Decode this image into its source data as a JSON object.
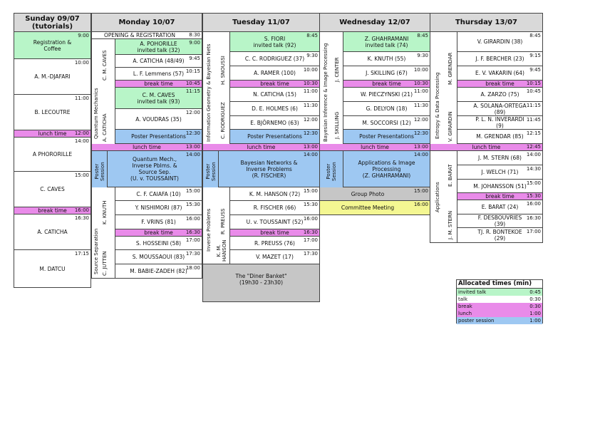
{
  "days": {
    "sun": {
      "title": "Sunday 09/07",
      "subtitle": "(tutorials)"
    },
    "mon": {
      "title": "Monday 10/07"
    },
    "tue": {
      "title": "Tuesday 11/07"
    },
    "wed": {
      "title": "Wednesday 12/07"
    },
    "thu": {
      "title": "Thursday 13/07"
    }
  },
  "sun": {
    "reg": "Registration &\nCoffee",
    "reg_t": "9:00",
    "a1": "A. M.-DJAFARI",
    "a1_t": "10:00",
    "a2": "B. LECOUTRE",
    "a2_t": "11:00",
    "lunch": "lunch time",
    "lunch_t": "12:00",
    "a3": "A PHORORILLE",
    "a3_t": "14:00",
    "a4": "C. CAVES",
    "a4_t": "15:00",
    "brk": "break time",
    "brk_t": "16:00",
    "a5": "A. CATICHA",
    "a5_t": "16:30",
    "a6": "M. DATCU",
    "a6_t": "17:15"
  },
  "mon": {
    "open": "OPENING & REGISTRATION",
    "open_t": "8:30",
    "s1_label": "Quantum Mechanics",
    "s1_chair1": "C. M. CAVES",
    "s1_chair2": "A. CATICHA",
    "r1": "A. POHORILLE\ninvited talk (32)",
    "r1_t": "9:00",
    "r2": "A. CATICHA (48/49)",
    "r2_t": "9:45",
    "r3": "L. F. Lemmens (57)",
    "r3_t": "10:15",
    "r4": "break time",
    "r4_t": "10:45",
    "r5": "C. M. CAVES\ninvited talk (93)",
    "r5_t": "11:15",
    "r6": "A. VOUDRAS (35)",
    "r6_t": "12:00",
    "r7": "Poster Presentations",
    "r7_t": "12:30",
    "lunch": "lunch time",
    "lunch_t": "13:00",
    "ps_label": "Poster\nSession",
    "ps": "Quantum Mech.,\nInverse Pblms. &\nSource Sep.\n(U. v. TOUSSAINT)",
    "ps_t": "14:00",
    "s2_label": "Source Separation",
    "s2_chair1": "K. KNUTH",
    "s2_chair2": "C. JUTTEN",
    "q1": "C. F. CAIAFA (10)",
    "q1_t": "15:00",
    "q2": "Y. NISHIMORI (87)",
    "q2_t": "15:30",
    "q3": "F. VRINS (81)",
    "q3_t": "16:00",
    "q4": "break time",
    "q4_t": "16:30",
    "q5": "S. HOSSEINI (58)",
    "q5_t": "17:00",
    "q6": "S. MOUSSAOUI (83)",
    "q6_t": "17:30",
    "q7": "M. BABIE-ZADEH (82)",
    "q7_t": "18:00"
  },
  "tue": {
    "s1_label": "Information Geometry & Bayesian Nets",
    "s1_chair1": "H. SNOUSSI",
    "s1_chair2": "C. RODRIGUEZ",
    "r1": "S. FIORI\ninvited talk (92)",
    "r1_t": "8:45",
    "r2": "C. C. RODRIGUEZ (37)",
    "r2_t": "9:30",
    "r3": "A. RAMER (100)",
    "r3_t": "10:00",
    "r4": "break time",
    "r4_t": "10:30",
    "r5": "N. CATICHA (15)",
    "r5_t": "11:00",
    "r6": "D. E. HOLMES (6)",
    "r6_t": "11:30",
    "r7": "E. BJÖRNEMO (63)",
    "r7_t": "12:00",
    "r8": "Poster Presentations",
    "r8_t": "12:30",
    "lunch": "lunch time",
    "lunch_t": "13:00",
    "ps_label": "Poster\nSession",
    "ps": "Bayesian Networks &\nInverse Problems\n(R. FISCHER)",
    "ps_t": "14:00",
    "s2_label": "Inverse Problems",
    "s2_chair1": "R. PREUSS",
    "s2_chair2": "K. M.\nHANSON",
    "q1": "K. M. HANSON (72)",
    "q1_t": "15:00",
    "q2": "R. FISCHER (66)",
    "q2_t": "15:30",
    "q3": "U. v. TOUSSAINT (52)",
    "q3_t": "16:00",
    "q4": "break time",
    "q4_t": "16:30",
    "q5": "R. PREUSS (76)",
    "q5_t": "17:00",
    "q6": "V. MAZET (17)",
    "q6_t": "17:30",
    "dinner": "The \"Diner Banket\"\n(19h30 - 23h30)"
  },
  "wed": {
    "s1_label": "Bayesian Inference & Image Processing",
    "s1_chair1": "J. CENTER",
    "s1_chair2": "J. SKILLING",
    "r1": "Z. GHAHRAMANI\ninvited talk (74)",
    "r1_t": "8:45",
    "r2": "K. KNUTH (55)",
    "r2_t": "9:30",
    "r3": "J. SKILLING (67)",
    "r3_t": "10:00",
    "r4": "break time",
    "r4_t": "10:30",
    "r5": "W. PIECZYNSKI (21)",
    "r5_t": "11:00",
    "r6": "G. DELYON (18)",
    "r6_t": "11:30",
    "r7": "M. SOCCORSI (12)",
    "r7_t": "12:00",
    "r8": "Poster Presentations",
    "r8_t": "12:30",
    "lunch": "lunch time",
    "lunch_t": "13:00",
    "ps_label": "Poster\nSession",
    "ps": "Applications & Image\nProcessing\n(Z. GHAHRAMANI)",
    "ps_t": "14:00",
    "photo": "Group Photo",
    "photo_t": "15:00",
    "comm": "Committee Meeting",
    "comm_t": "16:00"
  },
  "thu": {
    "s1_label": "Entropy & Data Processing",
    "s1_chair1": "M. GRENDAR",
    "s1_chair2": "V. GIRARDIN",
    "r1": "V. GIRARDIN (38)",
    "r1_t": "8:45",
    "r2": "J. F. BERCHER (23)",
    "r2_t": "9:15",
    "r3": "E. V. VAKARIN (64)",
    "r3_t": "9:45",
    "r4": "break time",
    "r4_t": "10:15",
    "r5": "A. ZARZO (75)",
    "r5_t": "10:45",
    "r6": "A. SOLANA-ORTEGA\n(89)",
    "r6_t": "11:15",
    "r7": "P. L. N. INVERARDI\n(9)",
    "r7_t": "11:45",
    "r8": "M. GRENDAR (85)",
    "r8_t": "12:15",
    "lunch": "lunch time",
    "lunch_t": "12:45",
    "s2_label": "Applications",
    "s2_chair1": "E. BARAT",
    "s2_chair2": "J. M. STERN",
    "q1": "J. M. STERN (68)",
    "q1_t": "14:00",
    "q2": "J. WELCH (71)",
    "q2_t": "14:30",
    "q3": "M. JOHANSSON (51)",
    "q3_t": "15:00",
    "q4": "break time",
    "q4_t": "15:30",
    "q5": "E. BARAT (24)",
    "q5_t": "16:00",
    "q6": "F. DESBOUVRIES\n(39)",
    "q6_t": "16:30",
    "q7": "TJ. R. BONTEKOE\n(29)",
    "q7_t": "17:00"
  },
  "legend": {
    "title": "Allocated times (min)",
    "rows": [
      {
        "label": "invited talk",
        "value": "0:45"
      },
      {
        "label": "talk",
        "value": "0:30"
      },
      {
        "label": "break",
        "value": "0:30"
      },
      {
        "label": "lunch",
        "value": "1:00"
      },
      {
        "label": "poster session",
        "value": "1:00"
      }
    ]
  },
  "colors": {
    "invited": "#b8f5c8",
    "break": "#e98be9",
    "poster": "#9ec8f2",
    "grey": "#c6c6c6",
    "committee": "#f4f792"
  }
}
